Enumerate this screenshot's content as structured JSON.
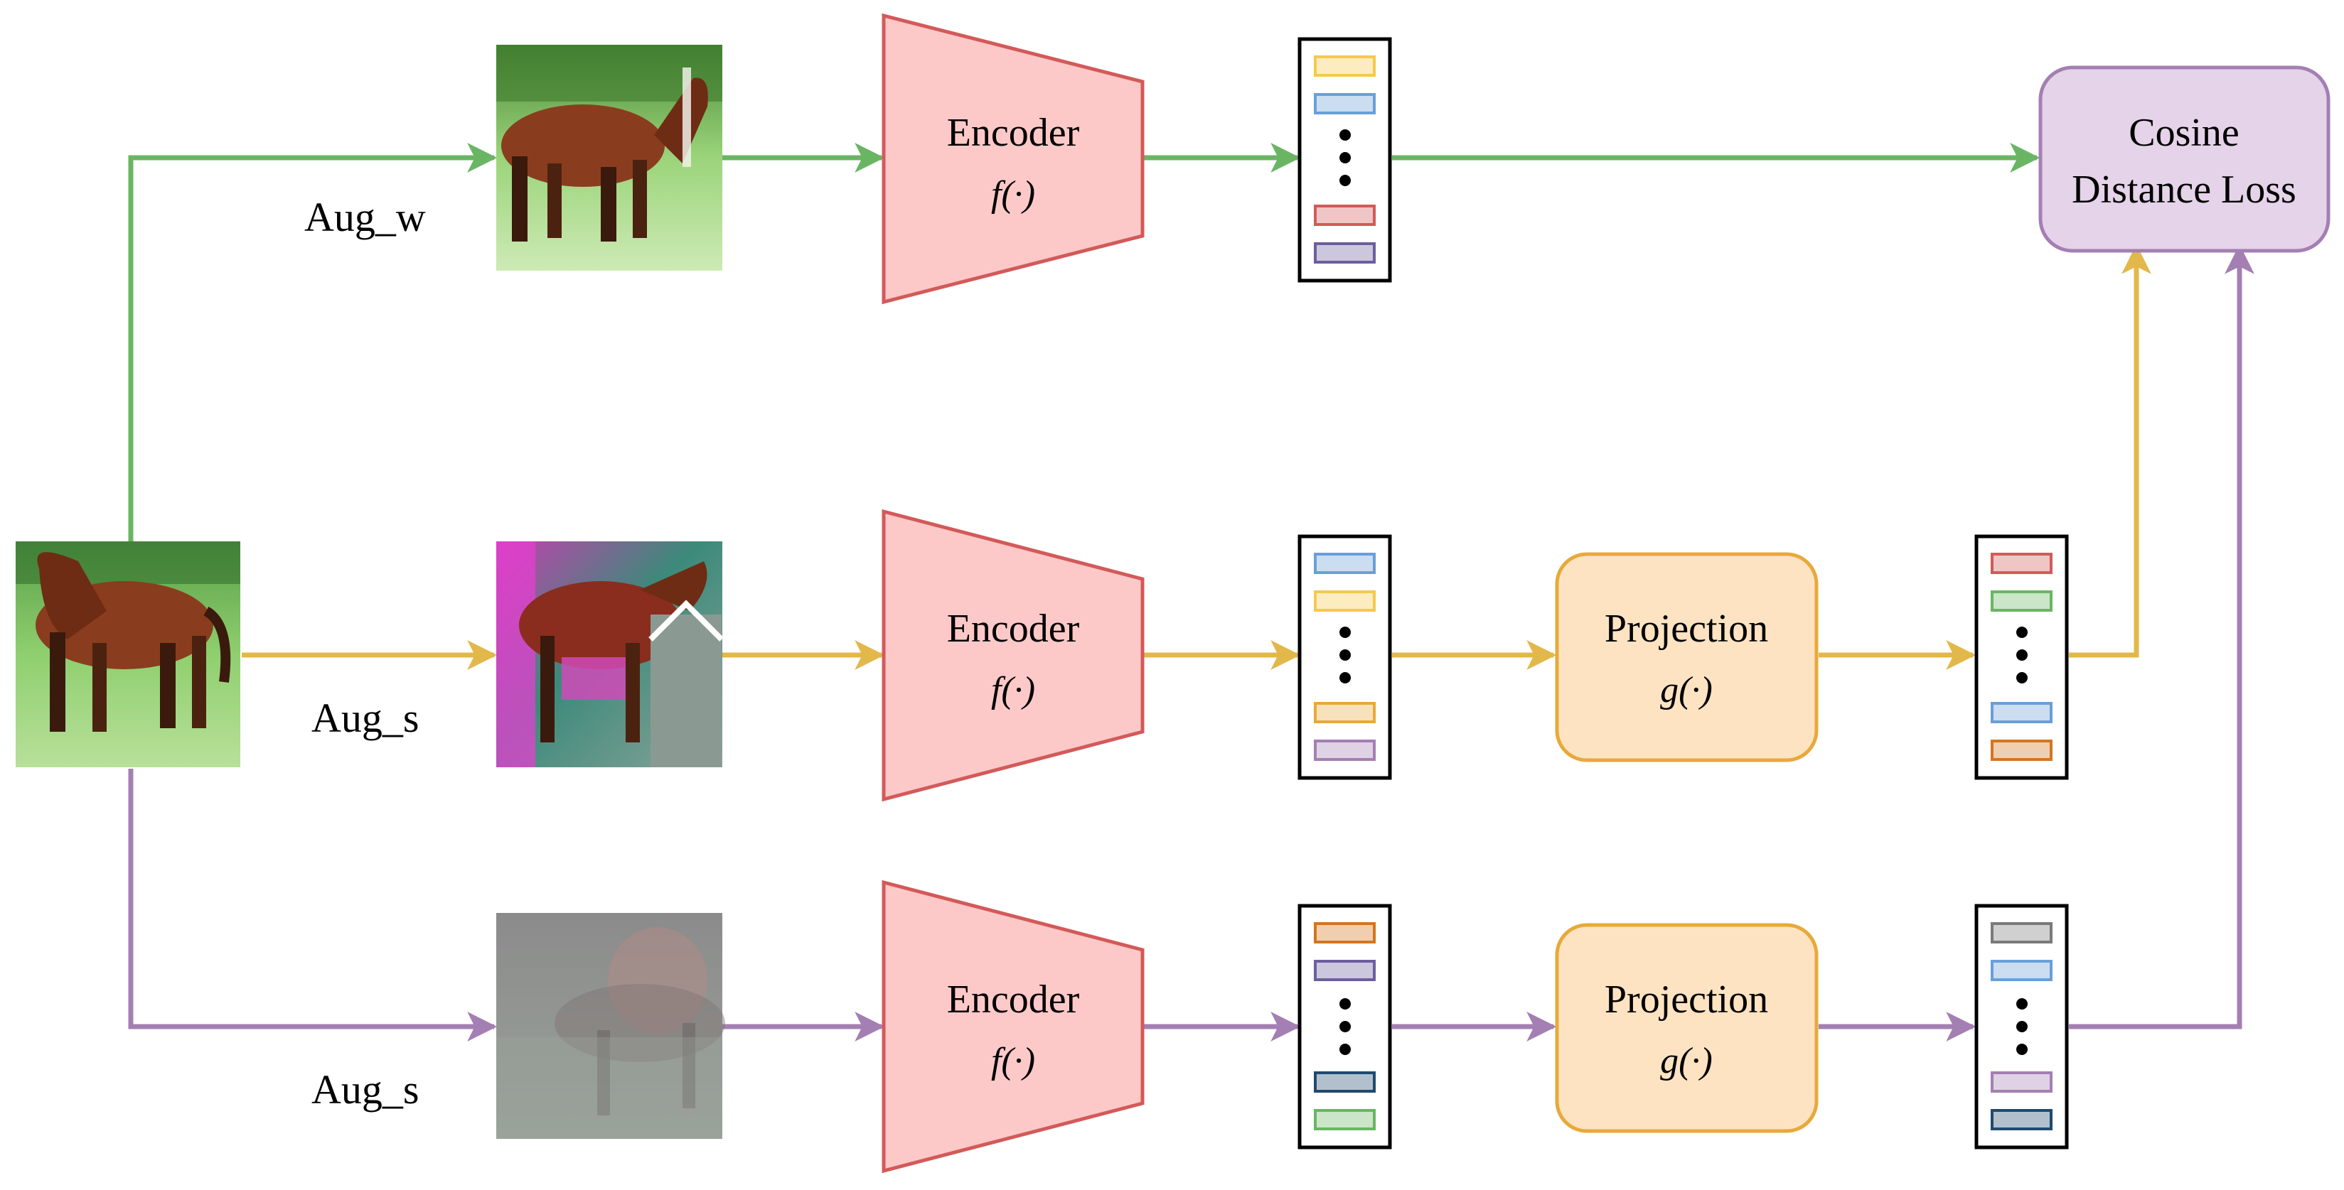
{
  "colors": {
    "green": "#6ab564",
    "yellow": "#e3b84a",
    "purple": "#a47fb3",
    "encoder_fill": "#fcc9c8",
    "encoder_stroke": "#d35a5a",
    "projection_fill": "#fde3c2",
    "projection_stroke": "#e8a93a",
    "loss_fill": "#e5d3e9",
    "loss_stroke": "#a47fb3"
  },
  "augmentations": {
    "weak": "Aug_w",
    "strong_1": "Aug_s",
    "strong_2": "Aug_s"
  },
  "encoder": {
    "label": "Encoder",
    "fn": "f(·)"
  },
  "projection": {
    "label": "Projection",
    "fn": "g(·)"
  },
  "loss": {
    "line1": "Cosine",
    "line2": "Distance Loss"
  },
  "images": {
    "original": "horse-photo",
    "weak_aug": "horse-photo-weak",
    "strong_aug_1": "horse-photo-strong-color",
    "strong_aug_2": "horse-photo-strong-gray"
  },
  "feature_vectors": {
    "row1_encoder_out": [
      "#f5c94a",
      "#6a9fd8",
      "#d35a5a",
      "#6b5f9e"
    ],
    "row2_encoder_out": [
      "#6a9fd8",
      "#f5c94a",
      "#e8a93a",
      "#a47fb3"
    ],
    "row2_projection_out": [
      "#d35a5a",
      "#6ab564",
      "#6a9fd8",
      "#d4751f"
    ],
    "row3_encoder_out": [
      "#d4751f",
      "#6b5f9e",
      "#1f4a6e",
      "#6ab564"
    ],
    "row3_projection_out": [
      "#7a7a7a",
      "#6a9fd8",
      "#a47fb3",
      "#1f4a6e"
    ]
  }
}
